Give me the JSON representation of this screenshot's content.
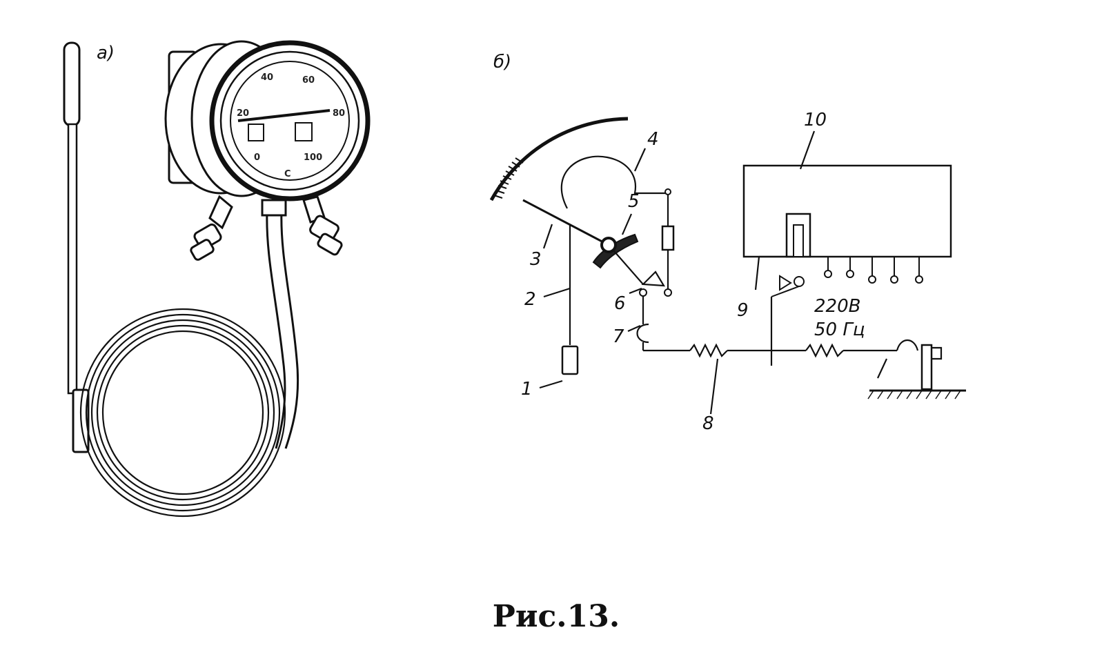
{
  "caption": "Рис.13.",
  "panel_a": {
    "label": "а)",
    "dial": {
      "ticks": [
        "40",
        "60",
        "20",
        "80",
        "0",
        "100",
        "С"
      ]
    }
  },
  "panel_b": {
    "label": "б)",
    "parts": [
      "1",
      "2",
      "3",
      "4",
      "5",
      "6",
      "7",
      "8",
      "9",
      "10"
    ],
    "supply": {
      "voltage": "220В",
      "frequency": "50 Гц"
    }
  }
}
